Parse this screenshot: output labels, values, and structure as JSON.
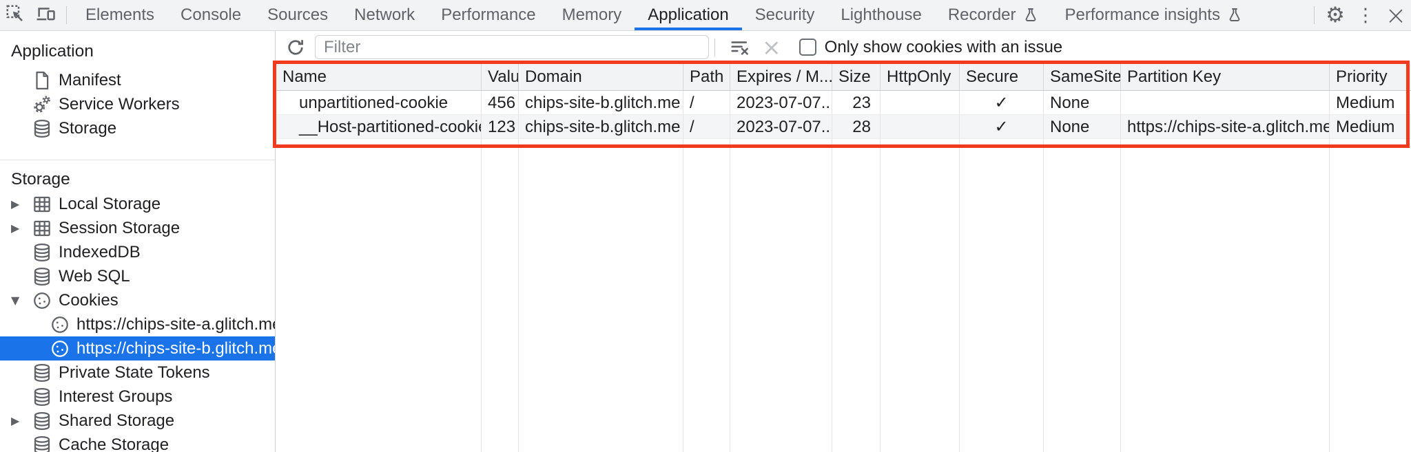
{
  "tabbar": {
    "tabs": [
      {
        "label": "Elements"
      },
      {
        "label": "Console"
      },
      {
        "label": "Sources"
      },
      {
        "label": "Network"
      },
      {
        "label": "Performance"
      },
      {
        "label": "Memory"
      },
      {
        "label": "Application",
        "selected": true
      },
      {
        "label": "Security"
      },
      {
        "label": "Lighthouse"
      },
      {
        "label": "Recorder",
        "experimental": true
      },
      {
        "label": "Performance insights",
        "experimental": true
      }
    ]
  },
  "icons": {
    "settings_gear": "⚙",
    "more_menu": "⋮",
    "close": "×",
    "collapsed_arrow": "▶",
    "expanded_arrow": "▼"
  },
  "sidebar": {
    "app_section": {
      "title": "Application",
      "items": [
        {
          "label": "Manifest",
          "icon": "document-icon"
        },
        {
          "label": "Service Workers",
          "icon": "gears-icon"
        },
        {
          "label": "Storage",
          "icon": "database-icon"
        }
      ]
    },
    "storage_section": {
      "title": "Storage",
      "items": [
        {
          "label": "Local Storage",
          "icon": "table-icon",
          "expander": "collapsed"
        },
        {
          "label": "Session Storage",
          "icon": "table-icon",
          "expander": "collapsed"
        },
        {
          "label": "IndexedDB",
          "icon": "database-icon"
        },
        {
          "label": "Web SQL",
          "icon": "database-icon"
        },
        {
          "label": "Cookies",
          "icon": "cookie-icon",
          "expander": "expanded"
        },
        {
          "label": "https://chips-site-a.glitch.me",
          "icon": "cookie-icon",
          "child": true
        },
        {
          "label": "https://chips-site-b.glitch.me",
          "icon": "cookie-icon",
          "child": true,
          "selected": true
        },
        {
          "label": "Private State Tokens",
          "icon": "database-icon"
        },
        {
          "label": "Interest Groups",
          "icon": "database-icon"
        },
        {
          "label": "Shared Storage",
          "icon": "database-icon",
          "expander": "collapsed"
        },
        {
          "label": "Cache Storage",
          "icon": "database-icon"
        }
      ]
    }
  },
  "cookies_toolbar": {
    "filter_placeholder": "Filter",
    "only_show_issue_label": "Only show cookies with an issue",
    "checkbox_checked": false
  },
  "cookies_table": {
    "columns": [
      "Name",
      "Value",
      "Domain",
      "Path",
      "Expires / M...",
      "Size",
      "HttpOnly",
      "Secure",
      "SameSite",
      "Partition Key",
      "Priority"
    ],
    "rows": [
      {
        "name": "unpartitioned-cookie",
        "value": "456",
        "domain": "chips-site-b.glitch.me",
        "path": "/",
        "expires": "2023-07-07...",
        "size": "23",
        "http_only": "",
        "secure": "✓",
        "same_site": "None",
        "partition_key": "",
        "priority": "Medium"
      },
      {
        "name": "__Host-partitioned-cookie",
        "value": "123",
        "domain": "chips-site-b.glitch.me",
        "path": "/",
        "expires": "2023-07-07...",
        "size": "28",
        "http_only": "",
        "secure": "✓",
        "same_site": "None",
        "partition_key": "https://chips-site-a.glitch.me",
        "priority": "Medium"
      }
    ]
  },
  "colors": {
    "accent_blue": "#1a73e8",
    "selection_bg": "#1a73e8",
    "highlight_red": "#f13b1e",
    "table_header_bg": "#f1f3f4"
  }
}
